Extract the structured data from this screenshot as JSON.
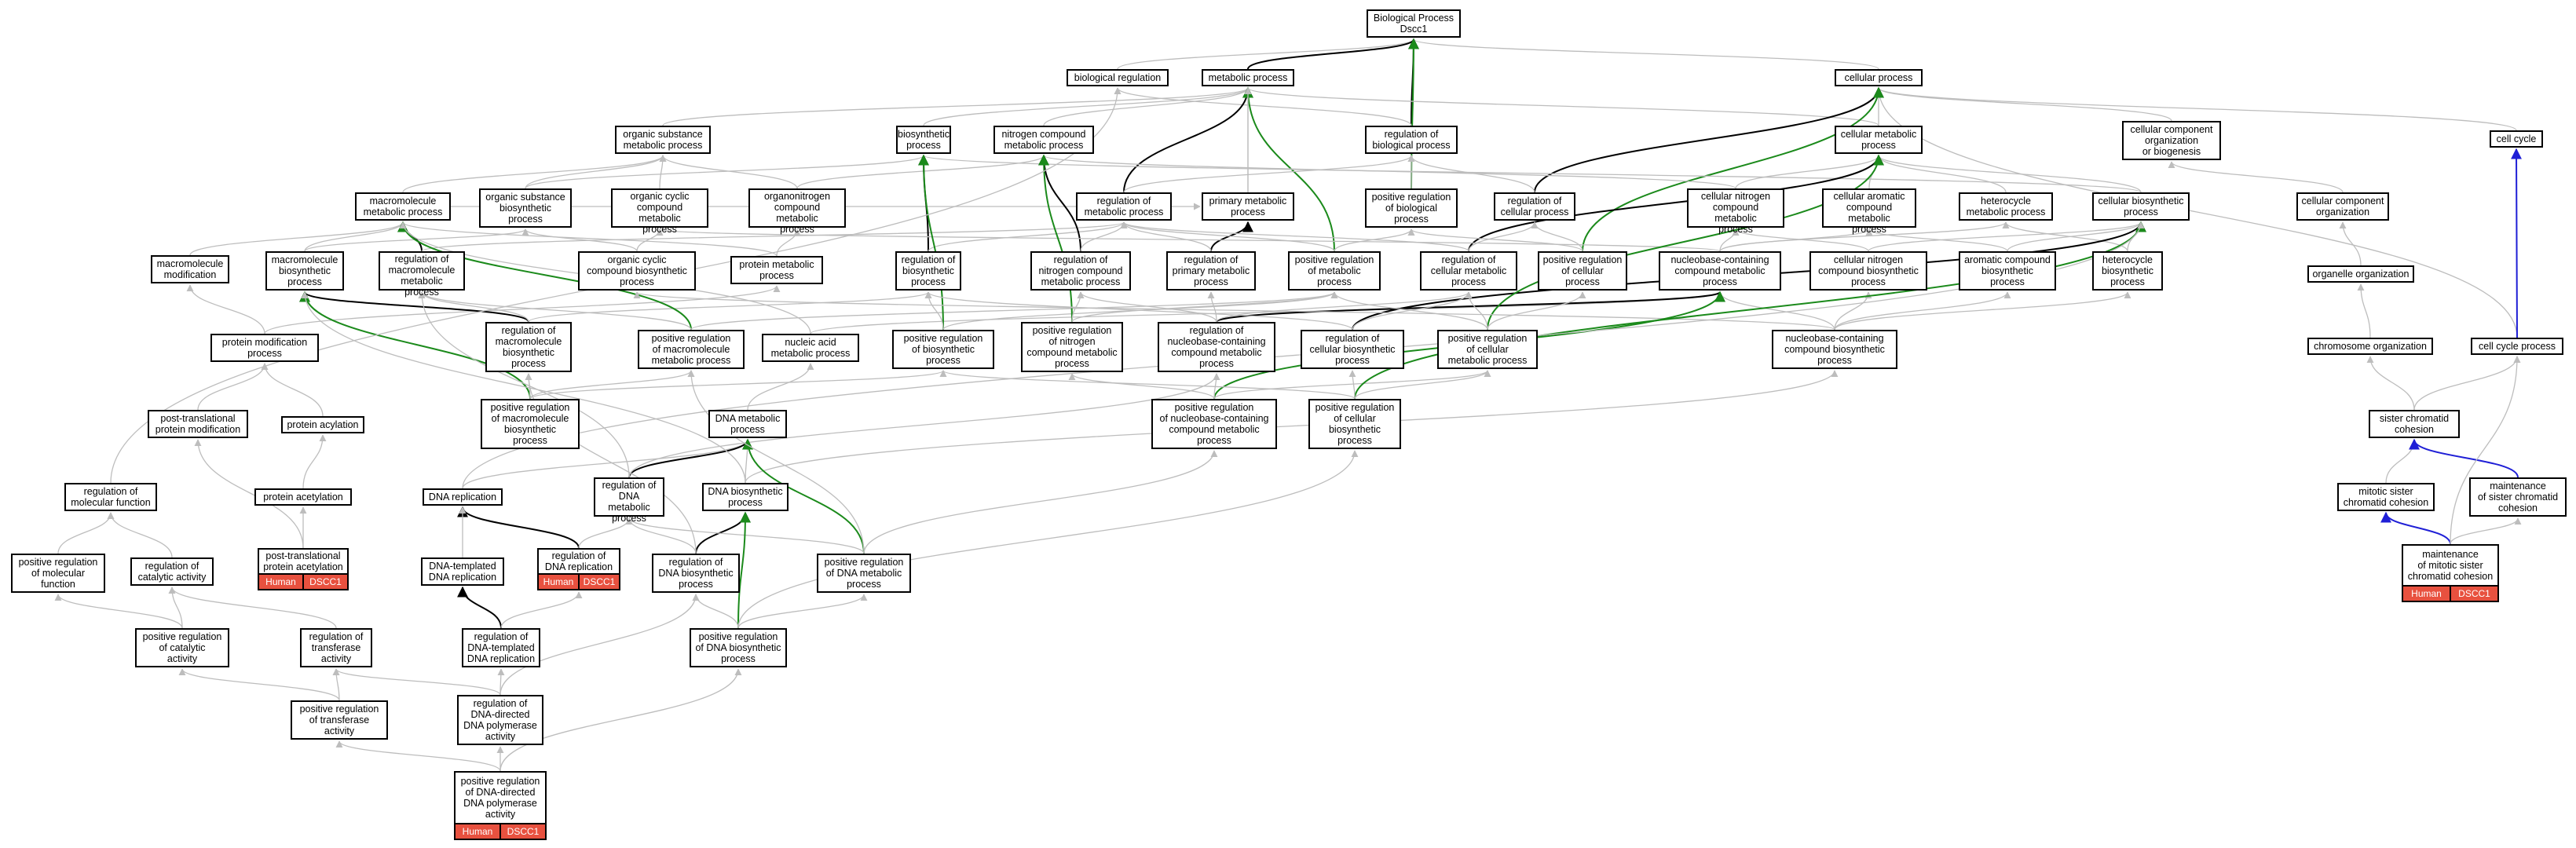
{
  "colors": {
    "is_a": "#bdbdbd",
    "regulates": "#000000",
    "positively_regulates": "#1b8a1b",
    "part_of": "#1f1fd6",
    "annotation": "#e8513f"
  },
  "nodes": [
    {
      "id": "bp",
      "label": "Biological Process\nDscc1"
    },
    {
      "id": "bioreg",
      "label": "biological regulation"
    },
    {
      "id": "metab",
      "label": "metabolic process"
    },
    {
      "id": "cellproc",
      "label": "cellular process"
    },
    {
      "id": "orgsub",
      "label": "organic substance\nmetabolic process"
    },
    {
      "id": "biosyn",
      "label": "biosynthetic\nprocess"
    },
    {
      "id": "nitro",
      "label": "nitrogen compound\nmetabolic process"
    },
    {
      "id": "regbio",
      "label": "regulation of\nbiological process"
    },
    {
      "id": "cellmet",
      "label": "cellular metabolic\nprocess"
    },
    {
      "id": "ccorgbio",
      "label": "cellular component\norganization\nor biogenesis"
    },
    {
      "id": "cellcycle",
      "label": "cell cycle"
    },
    {
      "id": "macromet",
      "label": "macromolecule\nmetabolic process"
    },
    {
      "id": "orgsubbio",
      "label": "organic substance\nbiosynthetic\nprocess"
    },
    {
      "id": "orgcyc",
      "label": "organic cyclic\ncompound metabolic\nprocess"
    },
    {
      "id": "organonit",
      "label": "organonitrogen\ncompound metabolic\nprocess"
    },
    {
      "id": "regmet",
      "label": "regulation of\nmetabolic process"
    },
    {
      "id": "primmet",
      "label": "primary metabolic\nprocess"
    },
    {
      "id": "posregbio",
      "label": "positive regulation\nof biological\nprocess"
    },
    {
      "id": "regcell",
      "label": "regulation of\ncellular process"
    },
    {
      "id": "cellnit",
      "label": "cellular nitrogen\ncompound metabolic\nprocess"
    },
    {
      "id": "cellarom",
      "label": "cellular aromatic\ncompound metabolic\nprocess"
    },
    {
      "id": "hetero",
      "label": "heterocycle\nmetabolic process"
    },
    {
      "id": "cellbio",
      "label": "cellular biosynthetic\nprocess"
    },
    {
      "id": "ccorg",
      "label": "cellular component\norganization"
    },
    {
      "id": "macromod",
      "label": "macromolecule\nmodification"
    },
    {
      "id": "macrobio",
      "label": "macromolecule\nbiosynthetic\nprocess"
    },
    {
      "id": "regmacromet",
      "label": "regulation of\nmacromolecule\nmetabolic process"
    },
    {
      "id": "orgcycbio",
      "label": "organic cyclic\ncompound biosynthetic\nprocess"
    },
    {
      "id": "protmet",
      "label": "protein metabolic\nprocess"
    },
    {
      "id": "regbiosyn",
      "label": "regulation of\nbiosynthetic\nprocess"
    },
    {
      "id": "regnitro",
      "label": "regulation of\nnitrogen compound\nmetabolic process"
    },
    {
      "id": "regprim",
      "label": "regulation of\nprimary metabolic\nprocess"
    },
    {
      "id": "posregmet",
      "label": "positive regulation\nof metabolic\nprocess"
    },
    {
      "id": "regcellmet",
      "label": "regulation of\ncellular metabolic\nprocess"
    },
    {
      "id": "posregcell",
      "label": "positive regulation\nof cellular\nprocess"
    },
    {
      "id": "nucbase",
      "label": "nucleobase-containing\ncompound metabolic\nprocess"
    },
    {
      "id": "cellnitbio",
      "label": "cellular nitrogen\ncompound biosynthetic\nprocess"
    },
    {
      "id": "aromcomp",
      "label": "aromatic compound\nbiosynthetic\nprocess"
    },
    {
      "id": "heterobio",
      "label": "heterocycle\nbiosynthetic\nprocess"
    },
    {
      "id": "orgaorg",
      "label": "organelle organization"
    },
    {
      "id": "protmod",
      "label": "protein modification\nprocess"
    },
    {
      "id": "regmacrobio",
      "label": "regulation of\nmacromolecule\nbiosynthetic\nprocess"
    },
    {
      "id": "posregmacromet",
      "label": "positive regulation\nof macromolecule\nmetabolic process"
    },
    {
      "id": "nucacid",
      "label": "nucleic acid\nmetabolic process"
    },
    {
      "id": "posregbiosyn",
      "label": "positive regulation\nof biosynthetic\nprocess"
    },
    {
      "id": "posregnitro",
      "label": "positive regulation\nof nitrogen\ncompound metabolic\nprocess"
    },
    {
      "id": "regnucbase",
      "label": "regulation of\nnucleobase-containing\ncompound metabolic\nprocess"
    },
    {
      "id": "regcellbio",
      "label": "regulation of\ncellular biosynthetic\nprocess"
    },
    {
      "id": "posregcellmet",
      "label": "positive regulation\nof cellular\nmetabolic process"
    },
    {
      "id": "nucbasebio",
      "label": "nucleobase-containing\ncompound biosynthetic\nprocess"
    },
    {
      "id": "chromorg",
      "label": "chromosome organization"
    },
    {
      "id": "cellcycproc",
      "label": "cell cycle process"
    },
    {
      "id": "posttrans",
      "label": "post-translational\nprotein modification"
    },
    {
      "id": "protacyl",
      "label": "protein acylation"
    },
    {
      "id": "posregmacrobio",
      "label": "positive regulation\nof macromolecule\nbiosynthetic\nprocess"
    },
    {
      "id": "dnamet",
      "label": "DNA metabolic\nprocess"
    },
    {
      "id": "posregnucbase",
      "label": "positive regulation\nof nucleobase-containing\ncompound metabolic\nprocess"
    },
    {
      "id": "posregcellbio",
      "label": "positive regulation\nof cellular\nbiosynthetic\nprocess"
    },
    {
      "id": "sister",
      "label": "sister chromatid\ncohesion"
    },
    {
      "id": "protacet",
      "label": "protein acetylation"
    },
    {
      "id": "regmolfn",
      "label": "regulation of\nmolecular function"
    },
    {
      "id": "dnarep",
      "label": "DNA replication"
    },
    {
      "id": "regdnamet",
      "label": "regulation of\nDNA metabolic\nprocess"
    },
    {
      "id": "dnabio",
      "label": "DNA biosynthetic\nprocess"
    },
    {
      "id": "mitsister",
      "label": "mitotic sister\nchromatid cohesion"
    },
    {
      "id": "maintsister",
      "label": "maintenance\nof sister chromatid\ncohesion"
    },
    {
      "id": "posttransacet",
      "label": "post-translational\nprotein acetylation",
      "annotation": [
        "Human",
        "DSCC1"
      ]
    },
    {
      "id": "regdnarep",
      "label": "regulation of\nDNA replication",
      "annotation": [
        "Human",
        "DSCC1"
      ]
    },
    {
      "id": "posregmolfn",
      "label": "positive regulation\nof molecular\nfunction"
    },
    {
      "id": "regcatal",
      "label": "regulation of\ncatalytic activity"
    },
    {
      "id": "dnatempl",
      "label": "DNA-templated\nDNA replication"
    },
    {
      "id": "regdnabio",
      "label": "regulation of\nDNA biosynthetic\nprocess"
    },
    {
      "id": "posregdnamet",
      "label": "positive regulation\nof DNA metabolic\nprocess"
    },
    {
      "id": "maintmit",
      "label": "maintenance\nof mitotic sister\nchromatid cohesion",
      "annotation": [
        "Human",
        "DSCC1"
      ]
    },
    {
      "id": "posregcatal",
      "label": "positive regulation\nof catalytic\nactivity"
    },
    {
      "id": "regtransf",
      "label": "regulation of\ntransferase\nactivity"
    },
    {
      "id": "regdnatempl",
      "label": "regulation of\nDNA-templated\nDNA replication"
    },
    {
      "id": "posregdnabio",
      "label": "positive regulation\nof DNA biosynthetic\nprocess"
    },
    {
      "id": "posregtransf",
      "label": "positive regulation\nof transferase\nactivity"
    },
    {
      "id": "regdnapol",
      "label": "regulation of\nDNA-directed\nDNA polymerase\nactivity"
    },
    {
      "id": "posregdnapol",
      "label": "positive regulation\nof DNA-directed\nDNA polymerase\nactivity",
      "annotation": [
        "Human",
        "DSCC1"
      ]
    }
  ],
  "edges": [
    [
      "bioreg",
      "bp",
      "is_a"
    ],
    [
      "metab",
      "bp",
      "regulates"
    ],
    [
      "cellproc",
      "bp",
      "is_a"
    ],
    [
      "regbio",
      "bp",
      "regulates"
    ],
    [
      "posregbio",
      "bp",
      "positively_regulates"
    ],
    [
      "regbio",
      "bioreg",
      "is_a"
    ],
    [
      "orgsub",
      "metab",
      "is_a"
    ],
    [
      "biosyn",
      "metab",
      "is_a"
    ],
    [
      "nitro",
      "metab",
      "is_a"
    ],
    [
      "primmet",
      "metab",
      "is_a"
    ],
    [
      "regmet",
      "metab",
      "regulates"
    ],
    [
      "posregmet",
      "metab",
      "positively_regulates"
    ],
    [
      "cellmet",
      "metab",
      "is_a"
    ],
    [
      "cellmet",
      "cellproc",
      "is_a"
    ],
    [
      "ccorgbio",
      "cellproc",
      "is_a"
    ],
    [
      "cellcycle",
      "cellproc",
      "is_a"
    ],
    [
      "cellcycproc",
      "cellproc",
      "is_a"
    ],
    [
      "regcell",
      "cellproc",
      "regulates"
    ],
    [
      "posregcell",
      "cellproc",
      "positively_regulates"
    ],
    [
      "cellcycproc",
      "cellcycle",
      "part_of"
    ],
    [
      "ccorg",
      "ccorgbio",
      "is_a"
    ],
    [
      "orgaorg",
      "ccorg",
      "is_a"
    ],
    [
      "chromorg",
      "orgaorg",
      "is_a"
    ],
    [
      "sister",
      "chromorg",
      "is_a"
    ],
    [
      "sister",
      "cellcycproc",
      "is_a"
    ],
    [
      "mitsister",
      "sister",
      "is_a"
    ],
    [
      "maintsister",
      "sister",
      "part_of"
    ],
    [
      "maintmit",
      "mitsister",
      "part_of"
    ],
    [
      "maintmit",
      "maintsister",
      "is_a"
    ],
    [
      "maintmit",
      "cellcycproc",
      "is_a"
    ],
    [
      "macromet",
      "orgsub",
      "is_a"
    ],
    [
      "macromet",
      "primmet",
      "is_a"
    ],
    [
      "orgsubbio",
      "orgsub",
      "is_a"
    ],
    [
      "orgsubbio",
      "biosyn",
      "is_a"
    ],
    [
      "orgcyc",
      "orgsub",
      "is_a"
    ],
    [
      "organonit",
      "orgsub",
      "is_a"
    ],
    [
      "organonit",
      "nitro",
      "is_a"
    ],
    [
      "primmet",
      "metab",
      "is_a"
    ],
    [
      "regmet",
      "regbio",
      "is_a"
    ],
    [
      "regcell",
      "regbio",
      "is_a"
    ],
    [
      "posregbio",
      "regbio",
      "is_a"
    ],
    [
      "cellnit",
      "cellmet",
      "is_a"
    ],
    [
      "cellnit",
      "nitro",
      "is_a"
    ],
    [
      "cellarom",
      "cellmet",
      "is_a"
    ],
    [
      "hetero",
      "cellmet",
      "is_a"
    ],
    [
      "cellbio",
      "cellmet",
      "is_a"
    ],
    [
      "cellbio",
      "biosyn",
      "is_a"
    ],
    [
      "macromod",
      "macromet",
      "is_a"
    ],
    [
      "macrobio",
      "macromet",
      "is_a"
    ],
    [
      "macrobio",
      "orgsubbio",
      "is_a"
    ],
    [
      "regmacromet",
      "macromet",
      "regulates"
    ],
    [
      "regmacromet",
      "regmet",
      "is_a"
    ],
    [
      "orgcycbio",
      "orgcyc",
      "is_a"
    ],
    [
      "orgcycbio",
      "orgsubbio",
      "is_a"
    ],
    [
      "protmet",
      "macromet",
      "is_a"
    ],
    [
      "protmet",
      "organonit",
      "is_a"
    ],
    [
      "regbiosyn",
      "biosyn",
      "regulates"
    ],
    [
      "regbiosyn",
      "regmet",
      "is_a"
    ],
    [
      "regnitro",
      "nitro",
      "regulates"
    ],
    [
      "regnitro",
      "regmet",
      "is_a"
    ],
    [
      "regprim",
      "primmet",
      "regulates"
    ],
    [
      "regprim",
      "regmet",
      "is_a"
    ],
    [
      "posregmet",
      "regmet",
      "is_a"
    ],
    [
      "posregmet",
      "posregbio",
      "is_a"
    ],
    [
      "regcellmet",
      "cellmet",
      "regulates"
    ],
    [
      "regcellmet",
      "regmet",
      "is_a"
    ],
    [
      "regcellmet",
      "regcell",
      "is_a"
    ],
    [
      "posregcell",
      "regcell",
      "is_a"
    ],
    [
      "posregcell",
      "posregbio",
      "is_a"
    ],
    [
      "nucbase",
      "cellarom",
      "is_a"
    ],
    [
      "nucbase",
      "hetero",
      "is_a"
    ],
    [
      "nucbase",
      "cellnit",
      "is_a"
    ],
    [
      "nucbase",
      "orgcyc",
      "is_a"
    ],
    [
      "cellnitbio",
      "cellnit",
      "is_a"
    ],
    [
      "cellnitbio",
      "cellbio",
      "is_a"
    ],
    [
      "aromcomp",
      "cellarom",
      "is_a"
    ],
    [
      "aromcomp",
      "cellbio",
      "is_a"
    ],
    [
      "heterobio",
      "hetero",
      "is_a"
    ],
    [
      "heterobio",
      "cellbio",
      "is_a"
    ],
    [
      "protmod",
      "macromod",
      "is_a"
    ],
    [
      "protmod",
      "protmet",
      "is_a"
    ],
    [
      "regmacrobio",
      "macrobio",
      "regulates"
    ],
    [
      "regmacrobio",
      "regmacromet",
      "is_a"
    ],
    [
      "regmacrobio",
      "regbiosyn",
      "is_a"
    ],
    [
      "posregmacromet",
      "macromet",
      "positively_regulates"
    ],
    [
      "posregmacromet",
      "regmacromet",
      "is_a"
    ],
    [
      "posregmacromet",
      "posregmet",
      "is_a"
    ],
    [
      "nucacid",
      "nucbase",
      "is_a"
    ],
    [
      "nucacid",
      "macromet",
      "is_a"
    ],
    [
      "posregbiosyn",
      "biosyn",
      "positively_regulates"
    ],
    [
      "posregbiosyn",
      "regbiosyn",
      "is_a"
    ],
    [
      "posregbiosyn",
      "posregmet",
      "is_a"
    ],
    [
      "posregnitro",
      "nitro",
      "positively_regulates"
    ],
    [
      "posregnitro",
      "regnitro",
      "is_a"
    ],
    [
      "posregnitro",
      "posregmet",
      "is_a"
    ],
    [
      "regnucbase",
      "nucbase",
      "regulates"
    ],
    [
      "regnucbase",
      "regcellmet",
      "is_a"
    ],
    [
      "regnucbase",
      "regnitro",
      "is_a"
    ],
    [
      "regnucbase",
      "regprim",
      "is_a"
    ],
    [
      "regcellbio",
      "cellbio",
      "regulates"
    ],
    [
      "regcellbio",
      "regbiosyn",
      "is_a"
    ],
    [
      "regcellbio",
      "regcellmet",
      "is_a"
    ],
    [
      "posregcellmet",
      "cellmet",
      "positively_regulates"
    ],
    [
      "posregcellmet",
      "regcellmet",
      "is_a"
    ],
    [
      "posregcellmet",
      "posregcell",
      "is_a"
    ],
    [
      "posregcellmet",
      "posregmet",
      "is_a"
    ],
    [
      "nucbasebio",
      "nucbase",
      "is_a"
    ],
    [
      "nucbasebio",
      "aromcomp",
      "is_a"
    ],
    [
      "nucbasebio",
      "heterobio",
      "is_a"
    ],
    [
      "nucbasebio",
      "cellnitbio",
      "is_a"
    ],
    [
      "nucbasebio",
      "orgcycbio",
      "is_a"
    ],
    [
      "posttrans",
      "protmod",
      "is_a"
    ],
    [
      "protacyl",
      "protmod",
      "is_a"
    ],
    [
      "posregmacrobio",
      "macrobio",
      "positively_regulates"
    ],
    [
      "posregmacrobio",
      "regmacrobio",
      "is_a"
    ],
    [
      "posregmacrobio",
      "posregmacromet",
      "is_a"
    ],
    [
      "posregmacrobio",
      "posregbiosyn",
      "is_a"
    ],
    [
      "dnamet",
      "nucacid",
      "is_a"
    ],
    [
      "posregnucbase",
      "nucbase",
      "positively_regulates"
    ],
    [
      "posregnucbase",
      "regnucbase",
      "is_a"
    ],
    [
      "posregnucbase",
      "posregnitro",
      "is_a"
    ],
    [
      "posregnucbase",
      "posregcellmet",
      "is_a"
    ],
    [
      "posregcellbio",
      "cellbio",
      "positively_regulates"
    ],
    [
      "posregcellbio",
      "regcellbio",
      "is_a"
    ],
    [
      "posregcellbio",
      "posregbiosyn",
      "is_a"
    ],
    [
      "posregcellbio",
      "posregcellmet",
      "is_a"
    ],
    [
      "protacet",
      "protacyl",
      "is_a"
    ],
    [
      "posttransacet",
      "posttrans",
      "is_a"
    ],
    [
      "posttransacet",
      "protacet",
      "is_a"
    ],
    [
      "regmolfn",
      "bioreg",
      "is_a"
    ],
    [
      "dnarep",
      "dnamet",
      "is_a"
    ],
    [
      "dnarep",
      "cellbio",
      "is_a"
    ],
    [
      "regdnamet",
      "dnamet",
      "regulates"
    ],
    [
      "regdnamet",
      "regnucbase",
      "is_a"
    ],
    [
      "regdnamet",
      "regmacromet",
      "is_a"
    ],
    [
      "dnabio",
      "dnamet",
      "is_a"
    ],
    [
      "dnabio",
      "nucbasebio",
      "is_a"
    ],
    [
      "dnabio",
      "macrobio",
      "is_a"
    ],
    [
      "regdnarep",
      "dnarep",
      "regulates"
    ],
    [
      "regdnarep",
      "regdnamet",
      "is_a"
    ],
    [
      "dnatempl",
      "dnarep",
      "is_a"
    ],
    [
      "regdnabio",
      "dnabio",
      "regulates"
    ],
    [
      "regdnabio",
      "regdnamet",
      "is_a"
    ],
    [
      "regdnabio",
      "regmacrobio",
      "is_a"
    ],
    [
      "posregdnamet",
      "dnamet",
      "positively_regulates"
    ],
    [
      "posregdnamet",
      "regdnamet",
      "is_a"
    ],
    [
      "posregdnamet",
      "posregnucbase",
      "is_a"
    ],
    [
      "posregdnamet",
      "posregmacromet",
      "is_a"
    ],
    [
      "posregmolfn",
      "regmolfn",
      "is_a"
    ],
    [
      "regcatal",
      "regmolfn",
      "is_a"
    ],
    [
      "posregcatal",
      "regcatal",
      "is_a"
    ],
    [
      "posregcatal",
      "posregmolfn",
      "is_a"
    ],
    [
      "regtransf",
      "regcatal",
      "is_a"
    ],
    [
      "posregtransf",
      "regtransf",
      "is_a"
    ],
    [
      "posregtransf",
      "posregcatal",
      "is_a"
    ],
    [
      "regdnatempl",
      "dnatempl",
      "regulates"
    ],
    [
      "regdnatempl",
      "regdnarep",
      "is_a"
    ],
    [
      "posregdnabio",
      "dnabio",
      "positively_regulates"
    ],
    [
      "posregdnabio",
      "regdnabio",
      "is_a"
    ],
    [
      "posregdnabio",
      "posregdnamet",
      "is_a"
    ],
    [
      "posregdnabio",
      "posregcellbio",
      "is_a"
    ],
    [
      "regdnapol",
      "regtransf",
      "is_a"
    ],
    [
      "regdnapol",
      "regdnatempl",
      "is_a"
    ],
    [
      "regdnapol",
      "regdnabio",
      "is_a"
    ],
    [
      "posregdnapol",
      "regdnapol",
      "is_a"
    ],
    [
      "posregdnapol",
      "posregtransf",
      "is_a"
    ],
    [
      "posregdnapol",
      "posregdnabio",
      "is_a"
    ]
  ]
}
